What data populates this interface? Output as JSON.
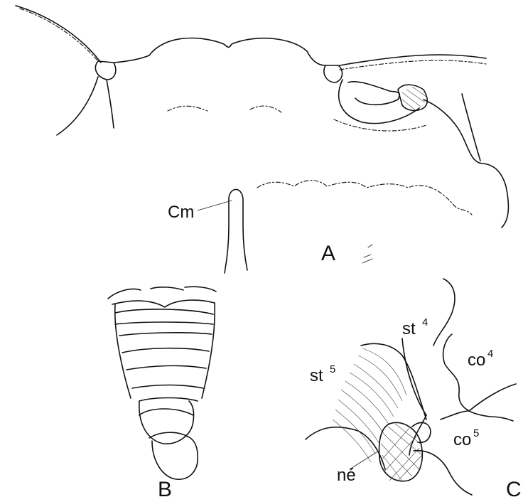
{
  "panels": {
    "a": "A",
    "b": "B",
    "c": "C"
  },
  "labels": {
    "cm": "Cm",
    "st4": "st",
    "st4_sup": "4",
    "co4": "co",
    "co4_sup": "4",
    "st5": "st",
    "st5_sup": "5",
    "co5": "co",
    "co5_sup": "5",
    "ne": "né"
  }
}
